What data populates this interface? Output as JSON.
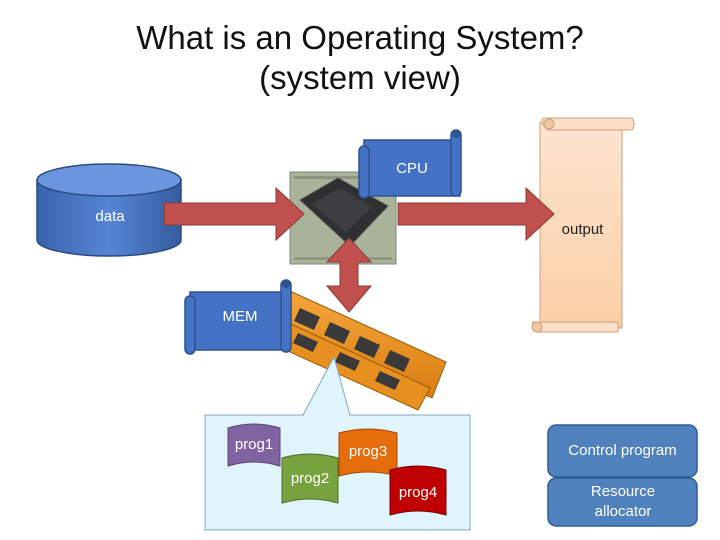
{
  "slide": {
    "title_line1": "What is an Operating System?",
    "title_line2": "(system view)"
  },
  "diagram": {
    "cpu_label": "CPU",
    "data_label": "data",
    "output_label": "output",
    "mem_label": "MEM",
    "programs": [
      "prog1",
      "prog2",
      "prog3",
      "prog4"
    ],
    "roles": [
      "Control program",
      "Resource allocator"
    ]
  },
  "colors": {
    "scroll_blue": "#4472c4",
    "arrow_red": "#c0504d",
    "parchment": "#fbd5b5",
    "panel_bg": "#e0f4fb",
    "prog1": "#8064a2",
    "prog2": "#77a33e",
    "prog3": "#e46c0a",
    "prog4": "#c00000",
    "role_box": "#4f81bd"
  }
}
